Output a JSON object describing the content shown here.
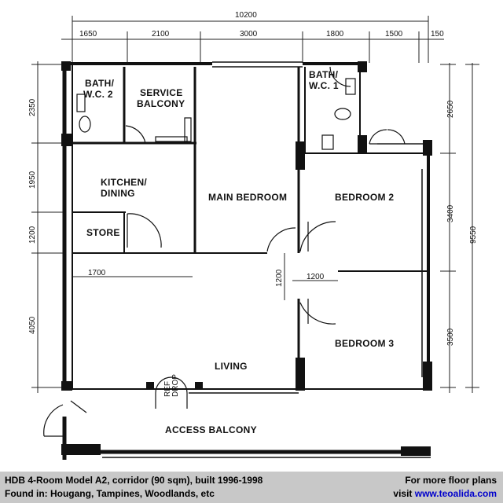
{
  "plan": {
    "overall_width_dim": "10200",
    "overall_height_dim": "9550",
    "top_dims": [
      "1650",
      "2100",
      "3000",
      "1800",
      "1500",
      "150"
    ],
    "left_dims": [
      "2350",
      "1950",
      "1200",
      "4050"
    ],
    "right_dims": [
      "2650",
      "3400",
      "3500"
    ],
    "inner_dims": {
      "kitchen_width": "1700",
      "door_a": "1200",
      "door_b": "1200"
    },
    "rooms": {
      "bath2_line1": "BATH/",
      "bath2_line2": "W.C. 2",
      "service_line1": "SERVICE",
      "service_line2": "BALCONY",
      "bath1_line1": "BATH/",
      "bath1_line2": "W.C. 1",
      "kitchen_line1": "KITCHEN/",
      "kitchen_line2": "DINING",
      "store": "STORE",
      "main_bedroom": "MAIN BEDROOM",
      "bedroom2": "BEDROOM 2",
      "bedroom3": "BEDROOM 3",
      "living": "LIVING",
      "access_balcony": "ACCESS BALCONY",
      "refuse_chute_line1": "REF",
      "refuse_chute_line2": "DROP"
    }
  },
  "footer": {
    "title": "HDB 4-Room Model A2, corridor (90 sqm), built 1996-1998",
    "found_in": "Found in: Hougang, Tampines, Woodlands, etc",
    "more_plans": "For more floor plans",
    "visit_prefix": "visit ",
    "link": "www.teoalida.com"
  }
}
